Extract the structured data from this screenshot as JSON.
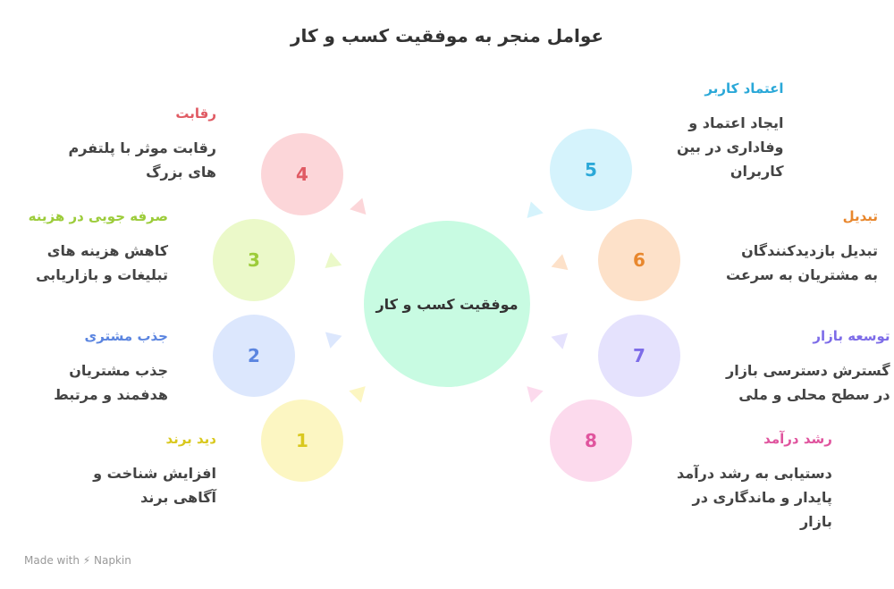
{
  "title": "عوامل منجر به موفقیت کسب و کار",
  "center": "موفقیت کسب و کار",
  "factors": [
    {
      "n": "1",
      "title": "دید برند",
      "desc": [
        "افزایش شناخت و",
        "آگاهی برند"
      ],
      "bg": "#fcf6c2",
      "fg": "#d9c81e"
    },
    {
      "n": "2",
      "title": "جذب مشتری",
      "desc": [
        "جذب مشتریان",
        "هدفمند و مرتبط"
      ],
      "bg": "#dce7fd",
      "fg": "#5b85e0"
    },
    {
      "n": "3",
      "title": "صرفه جویی در هزینه",
      "desc": [
        "کاهش هزینه های",
        "تبلیغات و بازاریابی"
      ],
      "bg": "#ebf9c9",
      "fg": "#9ccc3a"
    },
    {
      "n": "4",
      "title": "رقابت",
      "desc": [
        "رقابت موثر با پلتفرم",
        "های بزرگ"
      ],
      "bg": "#fcd6d9",
      "fg": "#e05a63"
    },
    {
      "n": "5",
      "title": "اعتماد کاربر",
      "desc": [
        "ایجاد اعتماد و",
        "وفاداری در بین",
        "کاربران"
      ],
      "bg": "#d5f3fc",
      "fg": "#2aa8d8"
    },
    {
      "n": "6",
      "title": "تبدیل",
      "desc": [
        "تبدیل بازدیدکنندگان",
        "به مشتریان به سرعت"
      ],
      "bg": "#fde1c9",
      "fg": "#e8872d"
    },
    {
      "n": "7",
      "title": "توسعه بازار",
      "desc": [
        "گسترش دسترسی بازار",
        "در سطح محلی و ملی"
      ],
      "bg": "#e5e2fd",
      "fg": "#7d6ce8"
    },
    {
      "n": "8",
      "title": "رشد درآمد",
      "desc": [
        "دستیابی به رشد درآمد",
        "پایدار و ماندگاری در",
        "بازار"
      ],
      "bg": "#fcdaed",
      "fg": "#e0549e"
    }
  ],
  "footer": "Made with ⚡ Napkin"
}
